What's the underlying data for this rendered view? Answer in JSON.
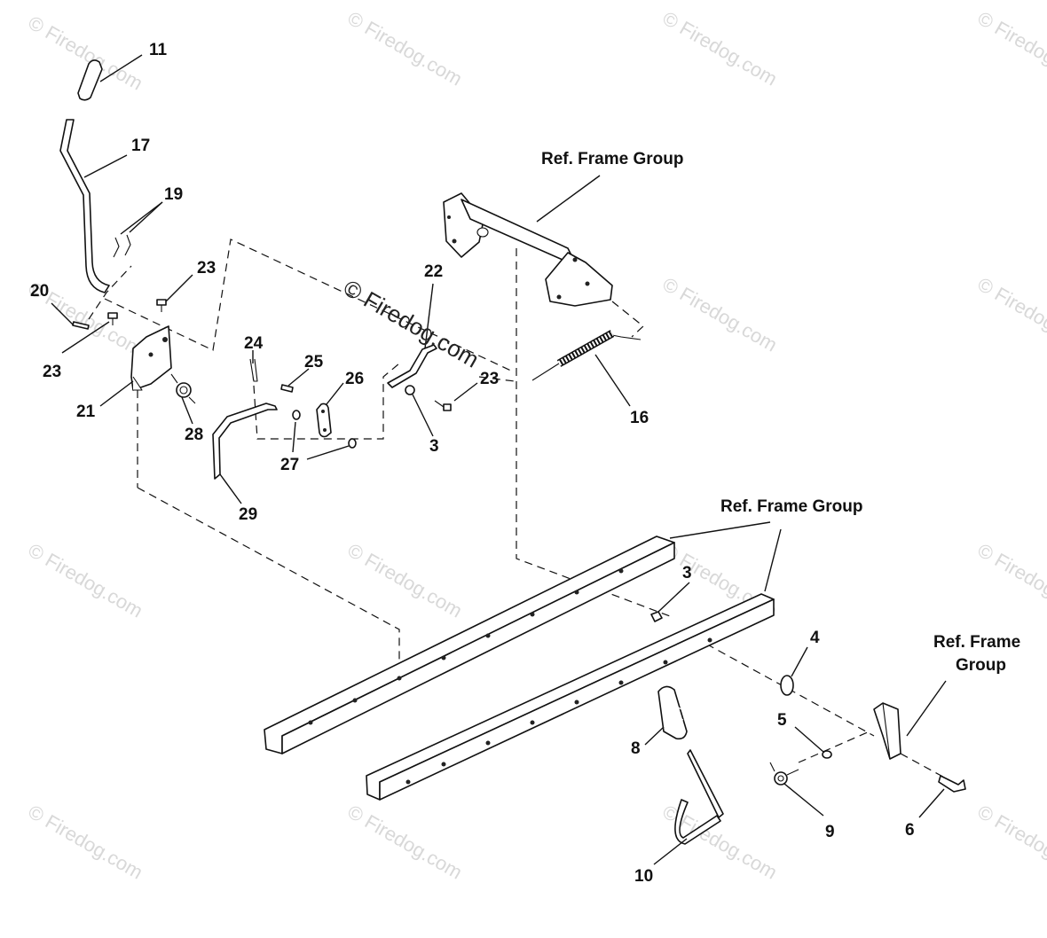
{
  "diagram": {
    "watermark_text": "© Firedog.com",
    "center_watermark_text": "© Firedog.com",
    "callouts": [
      {
        "id": "c11",
        "text": "11"
      },
      {
        "id": "c17",
        "text": "17"
      },
      {
        "id": "c19",
        "text": "19"
      },
      {
        "id": "c20",
        "text": "20"
      },
      {
        "id": "c23a",
        "text": "23"
      },
      {
        "id": "c23b",
        "text": "23"
      },
      {
        "id": "c21",
        "text": "21"
      },
      {
        "id": "c28",
        "text": "28"
      },
      {
        "id": "c24",
        "text": "24"
      },
      {
        "id": "c25",
        "text": "25"
      },
      {
        "id": "c26",
        "text": "26"
      },
      {
        "id": "c27",
        "text": "27"
      },
      {
        "id": "c29",
        "text": "29"
      },
      {
        "id": "c22",
        "text": "22"
      },
      {
        "id": "c23c",
        "text": "23"
      },
      {
        "id": "c3a",
        "text": "3"
      },
      {
        "id": "c16",
        "text": "16"
      },
      {
        "id": "c3b",
        "text": "3"
      },
      {
        "id": "c4",
        "text": "4"
      },
      {
        "id": "c5",
        "text": "5"
      },
      {
        "id": "c6",
        "text": "6"
      },
      {
        "id": "c8",
        "text": "8"
      },
      {
        "id": "c9",
        "text": "9"
      },
      {
        "id": "c10",
        "text": "10"
      }
    ],
    "ref_labels": {
      "top": "Ref. Frame Group",
      "middle": "Ref. Frame Group",
      "right_line1": "Ref. Frame",
      "right_line2": "Group"
    }
  }
}
